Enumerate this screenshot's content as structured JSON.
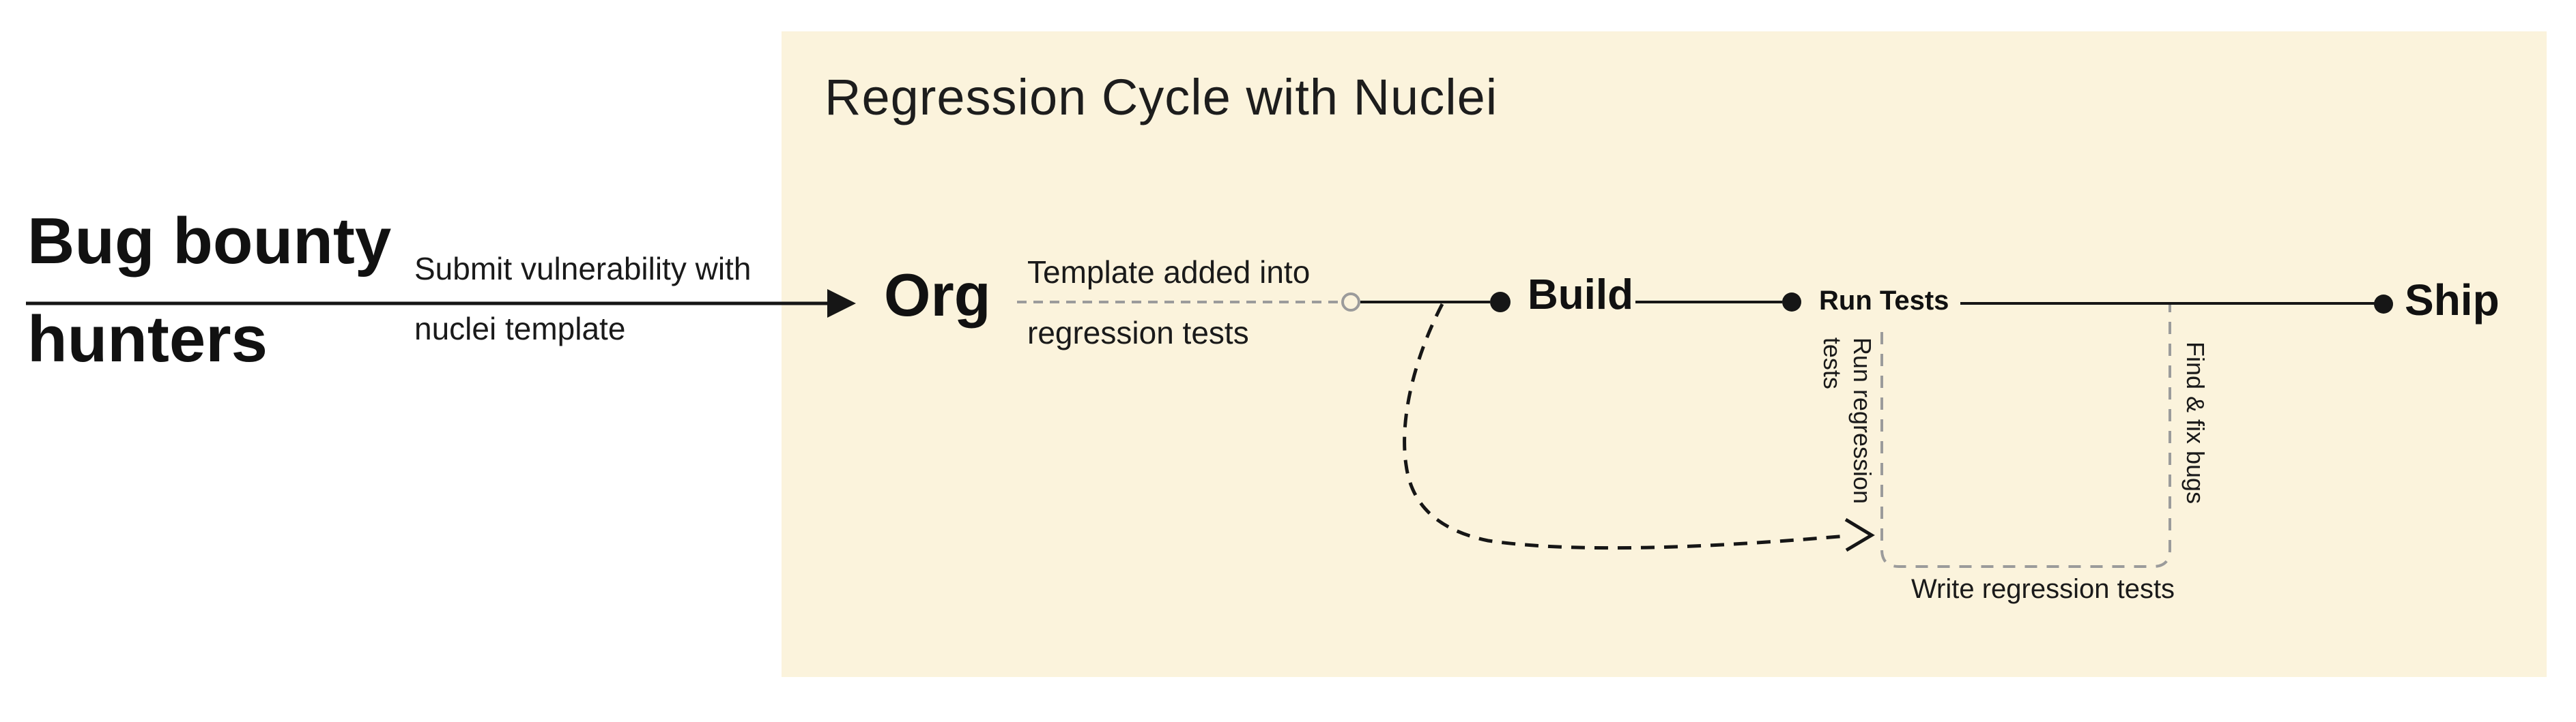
{
  "colors": {
    "panel_background": "#FBF3DC",
    "page_background": "#FFFFFF",
    "ink": "#161616",
    "muted_dash": "#9B9B9B"
  },
  "left": {
    "actor_line1": "Bug bounty",
    "actor_line2": "hunters",
    "arrow_label_line1": "Submit vulnerability with",
    "arrow_label_line2": "nuclei template"
  },
  "panel": {
    "title": "Regression Cycle with Nuclei",
    "nodes": {
      "org": "Org",
      "build": "Build",
      "run_tests": "Run Tests",
      "ship": "Ship"
    },
    "labels": {
      "template_line1": "Template added into",
      "template_line2": "regression tests",
      "run_regression": "Run regression tests",
      "find_fix": "Find & fix bugs",
      "write_regression": "Write regression tests"
    }
  }
}
